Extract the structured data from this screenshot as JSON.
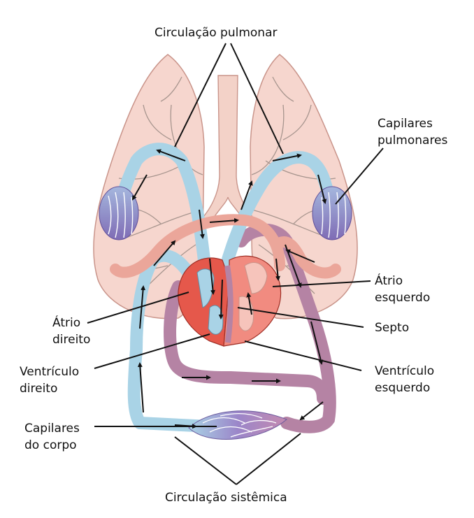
{
  "labels": {
    "pulmonary_circulation": "Circulação pulmonar",
    "pulmonary_capillaries": [
      "Capilares",
      "pulmonares"
    ],
    "left_atrium": [
      "Átrio",
      "esquerdo"
    ],
    "septum": "Septo",
    "left_ventricle": [
      "Ventrículo",
      "esquerdo"
    ],
    "right_atrium": [
      "Átrio",
      "direito"
    ],
    "right_ventricle": [
      "Ventrículo",
      "direito"
    ],
    "body_capillaries": [
      "Capilares",
      "do corpo"
    ],
    "systemic_circulation": "Circulação sistêmica"
  },
  "colors": {
    "lung_fill": "#f6d6ce",
    "lung_outline": "#c9948a",
    "bronchi": "#a7958e",
    "trachea": "#f3d2c8",
    "deoxygenated_vessel": "#a9d3e6",
    "vessel_outline": "#5f8ea5",
    "oxygenated_vessel": "#eba69a",
    "systemic_return": "#b583a4",
    "heart_right": "#e5584b",
    "heart_left": "#f18b80",
    "capillary_bed": "#8d7cc0",
    "arrows": "#111111"
  }
}
